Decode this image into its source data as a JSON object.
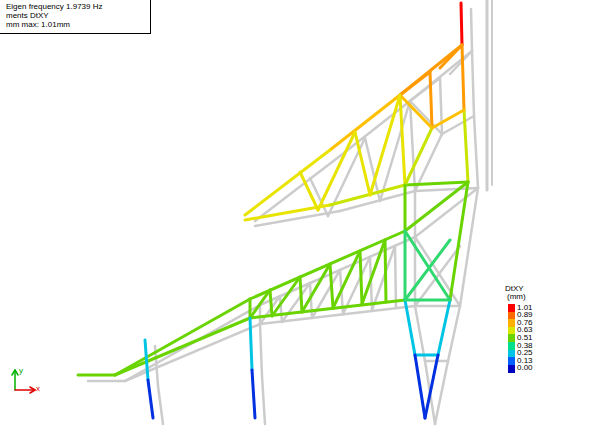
{
  "diagram": {
    "labels": [
      "Eigen frequency 1.9739 Hz",
      "ments DtXY",
      "mm max: 1.01mm",
      "DtXY",
      "(mm)",
      "y",
      "x"
    ],
    "legend": [
      {
        "text": "1.01",
        "color": "#ff0000"
      },
      {
        "text": "0.89",
        "color": "#ff6a00"
      },
      {
        "text": "0.76",
        "color": "#ffb000"
      },
      {
        "text": "0.63",
        "color": "#d8e800"
      },
      {
        "text": "0.51",
        "color": "#6ad400"
      },
      {
        "text": "0.38",
        "color": "#00e08c"
      },
      {
        "text": "0.25",
        "color": "#00c4e4"
      },
      {
        "text": "0.13",
        "color": "#0060ff"
      },
      {
        "text": "0.00",
        "color": "#0000c0"
      }
    ]
  }
}
